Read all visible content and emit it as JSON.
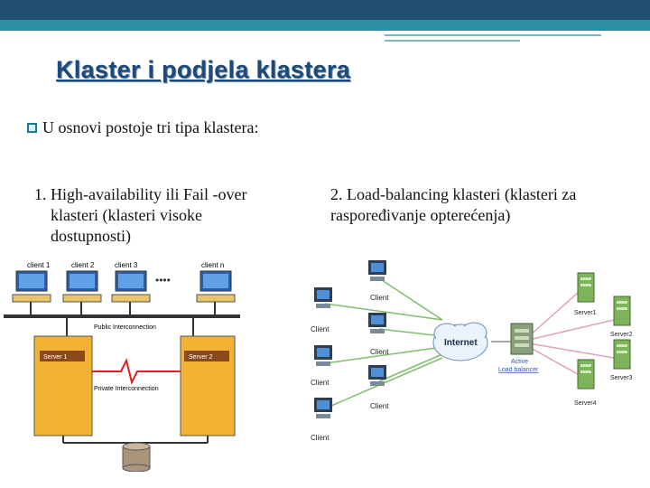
{
  "slide": {
    "title": "Klaster i podjela klastera",
    "bullet": "U osnovi postoje tri tipa klastera:",
    "item1": "1. High-availability ili Fail -over klasteri (klasteri visoke dostupnosti)",
    "item2": "2. Load-balancing klasteri (klasteri za raspoređivanje opterećenja)"
  },
  "ha_diagram": {
    "clients": [
      "client 1",
      "client 2",
      "client 3",
      "client n"
    ],
    "ellipsis": "••••",
    "public_label": "Public Interconnection",
    "private_label": "Private Interconnection",
    "servers": [
      "Server 1",
      "Server 2"
    ]
  },
  "lb_diagram": {
    "clients": [
      "Client",
      "Client",
      "Client",
      "Client",
      "Client",
      "Client"
    ],
    "internet_label": "Internet",
    "balancer_label_1": "Active",
    "balancer_label_2": "Load balancer",
    "servers": [
      "Server1",
      "Server2",
      "Server3",
      "Server4"
    ]
  },
  "colors": {
    "header_dark": "#1f4e6e",
    "header_teal": "#2a8fa5",
    "title": "#1c4a7a",
    "server_box": "#f2b233",
    "heartbeat": "#e02020"
  }
}
